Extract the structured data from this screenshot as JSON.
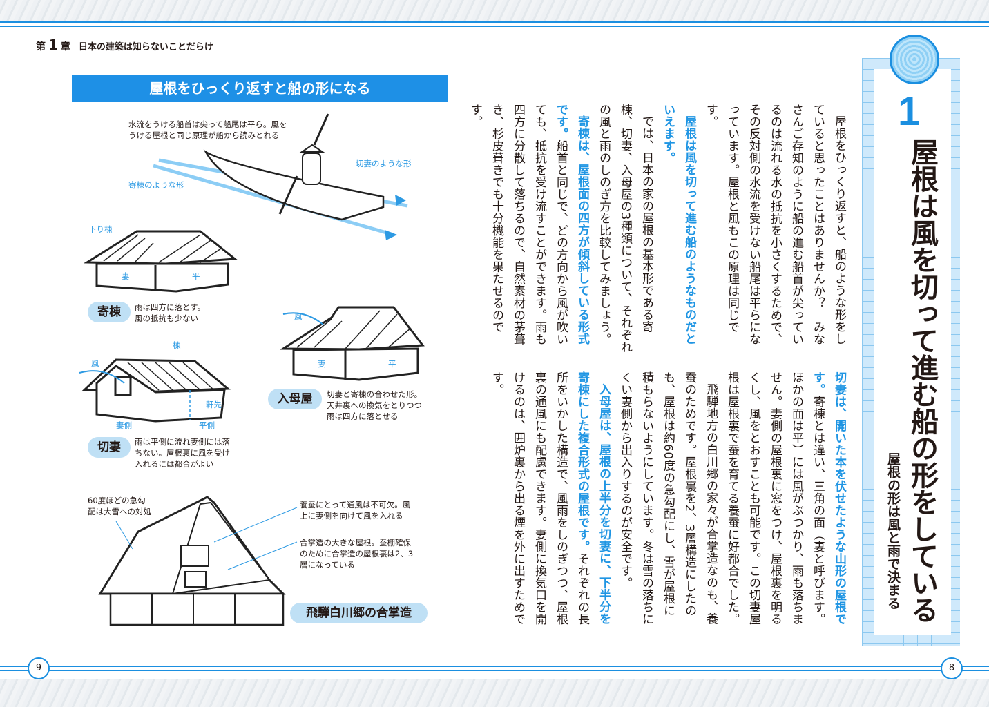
{
  "header": {
    "chapter_prefix": "第",
    "chapter_number": "1",
    "chapter_suffix": "章",
    "chapter_title": "日本の建築は知らないことだらけ"
  },
  "left": {
    "banner": "屋根をひっくり返すと船の形になる",
    "boat": {
      "caption": "水流をうける船首は尖って船尾は平ら。風をうける屋根と同じ原理が船から読みとれる",
      "label_yosemune": "寄棟のような形",
      "label_kirizuma": "切妻のような形"
    },
    "yosemune": {
      "label_kudarimune": "下り棟",
      "label_tsuma": "妻",
      "label_hira": "平",
      "name": "寄棟",
      "desc": [
        "雨は四方に落とす。",
        "風の抵抗も少ない"
      ]
    },
    "irimoya": {
      "label_kaze": "風",
      "label_tsuma": "妻",
      "label_hira": "平",
      "name": "入母屋",
      "desc": [
        "切妻と寄棟の合わせた形。",
        "天井裏への換気をとりつつ",
        "雨は四方に落とせる"
      ]
    },
    "kirizuma": {
      "label_mune": "棟",
      "label_kaze": "風",
      "label_nokisaki": "軒先",
      "label_tsumagawa": "妻側",
      "label_hiragawa": "平側",
      "name": "切妻",
      "desc": [
        "雨は平側に流れ妻側には落",
        "ちない。屋根裏に風を受け",
        "入れるには都合がよい"
      ]
    },
    "gassho": {
      "note1": [
        "60度ほどの急勾",
        "配は大雪への対処"
      ],
      "note2": [
        "養蚕にとって通風は不可欠。風",
        "上に妻側を向けて風を入れる"
      ],
      "note3": [
        "合掌造の大きな屋根。蚕棚確保",
        "のために合掌造の屋根裏は2、3",
        "層になっている"
      ],
      "name": "飛騨白川郷の合掌造"
    },
    "page_number": "9"
  },
  "right": {
    "section_number": "1",
    "title": "屋根は風を切って進む船の形をしている",
    "subtitle": "屋根の形は風と雨で決まる",
    "p1": "屋根をひっくり返すと、船のような形をしていると思ったことはありませんか？　みなさんご存知のように船の進む船首が尖っているのは流れる水の抵抗を小さくするためで、その反対側の水流を受けない船尾は平らになっています。屋根と風もこの原理は同じです。",
    "p2_bold": "屋根は風を切って進む船のようなものだといえます。",
    "p3": "では、日本の家の屋根の基本形である寄棟、切妻、入母屋の3種類について、それぞれの風と雨のしのぎ方を比較してみましょう。",
    "p4_bold": "寄棟は、屋根面の四方が傾斜している形式です。",
    "p4": "船首と同じで、どの方向から風が吹いても、抵抗を受け流すことができます。雨も四方に分散して落ちるので、自然素材の茅葺き、杉皮葺きでも十分機能を果たせるのです。",
    "p5_bold": "切妻は、開いた本を伏せたような山形の屋根です。",
    "p5": "寄棟とは違い、三角の面（妻と呼びます。ほかの面は平）には風がぶつかり、雨も落ちません。妻側の屋根裏に窓をつけ、屋根裏を明るくし、風をとおすことも可能です。この切妻屋根は屋根裏で蚕を育てる養蚕に好都合でした。",
    "p6": "飛騨地方の白川郷の家々が合掌造なのも、養蚕のためです。屋根裏を2、3層構造にしたのも、屋根は約60度の急勾配にし、雪が屋根に積もらないようにしています。冬は雪の落ちにくい妻側から出入りするのが安全です。",
    "p7_bold": "入母屋は、屋根の上半分を切妻に、下半分を寄棟にした複合形式の屋根です。",
    "p7": "それぞれの長所をいかした構造で、風雨をしのぎつつ、屋根裏の通風にも配慮できます。妻側に換気口を開けるのは、囲炉裏から出る煙を外に出すためです。",
    "page_number": "8"
  },
  "colors": {
    "accent": "#1e90e6",
    "pill": "#bfe0f5",
    "frame": "#cfe9fb"
  }
}
